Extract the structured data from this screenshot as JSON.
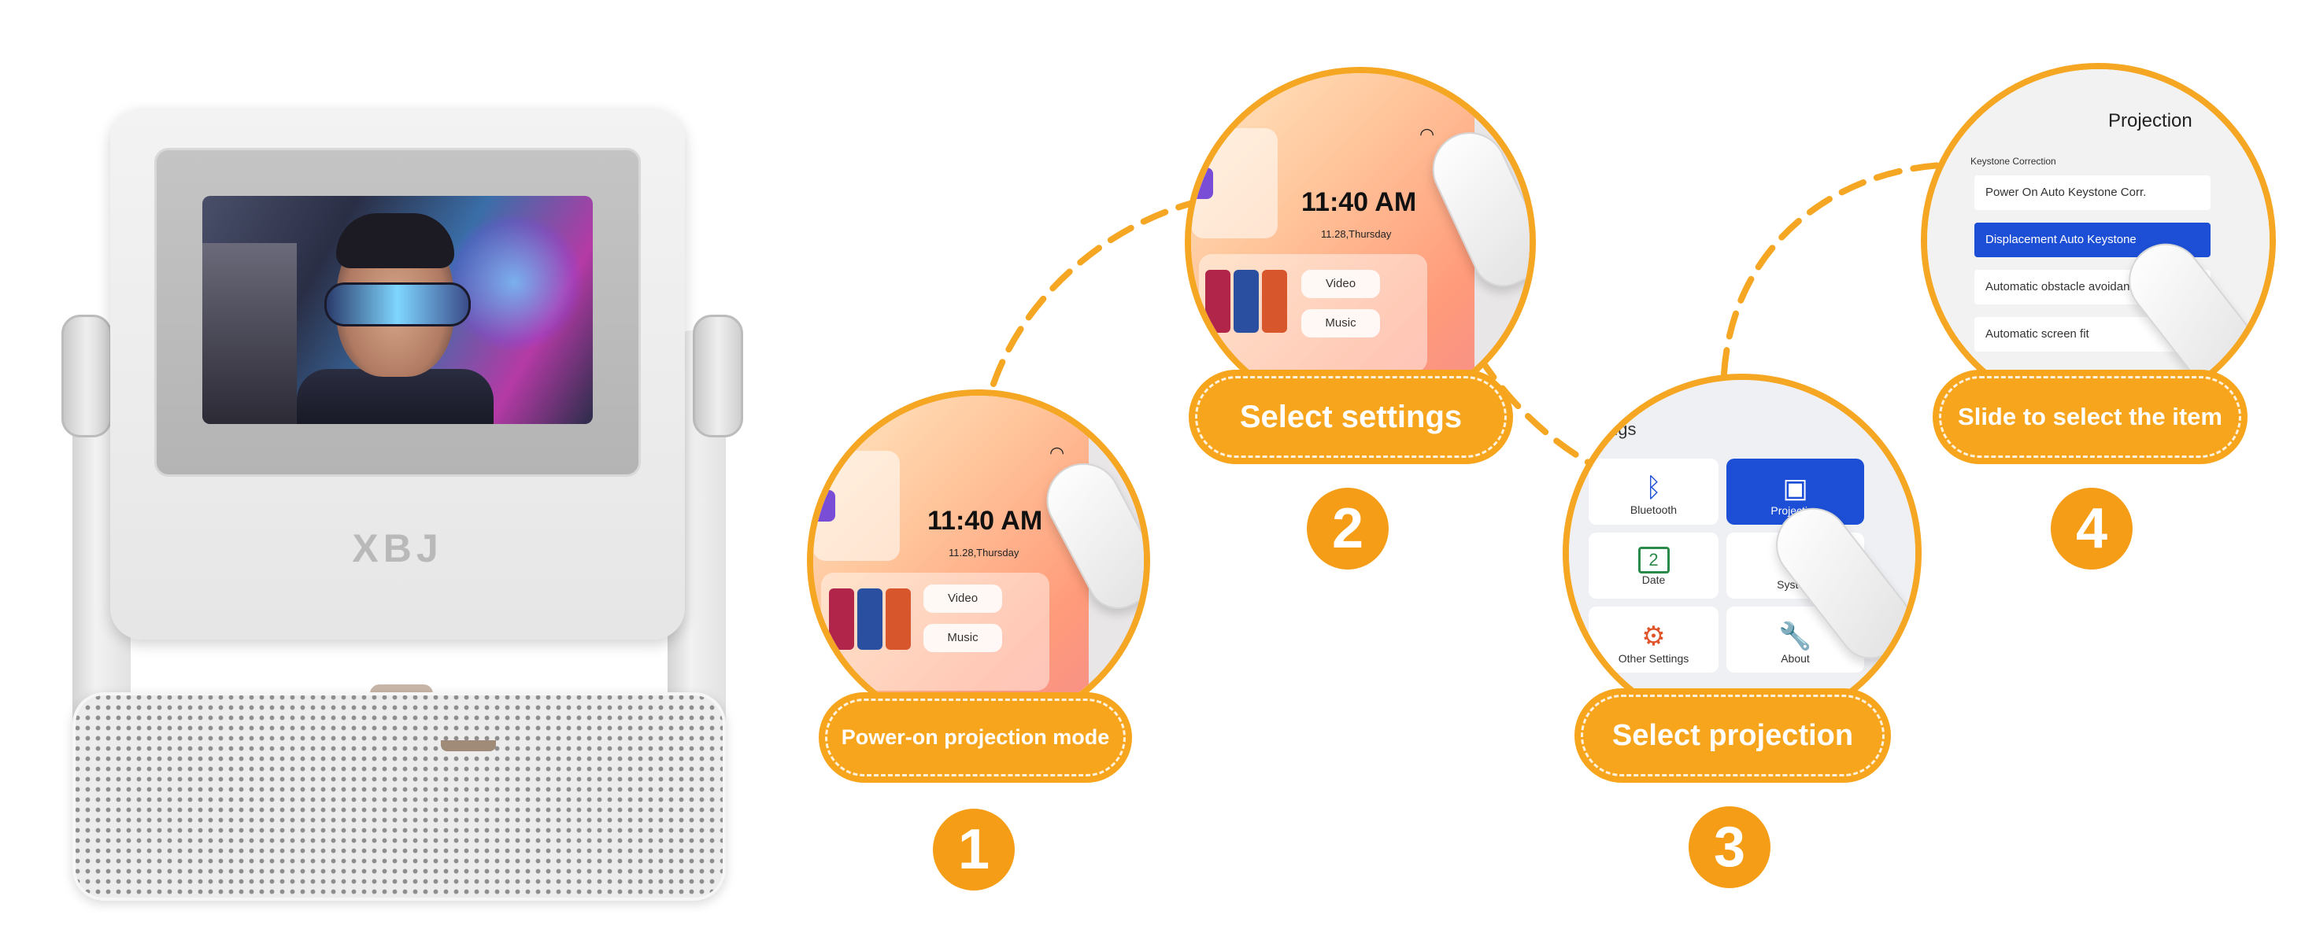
{
  "device": {
    "brand": "XBJ"
  },
  "home_screen": {
    "time": "11:40 AM",
    "date": "11.28,Thursday",
    "video_label": "Video",
    "music_label": "Music"
  },
  "settings_screen": {
    "title_fragment": "ngs",
    "tiles": {
      "bluetooth": "Bluetooth",
      "projection": "Projection",
      "date": "Date",
      "date_number": "2",
      "system": "System",
      "other_settings": "Other Settings",
      "about": "About"
    }
  },
  "projection_screen": {
    "title": "Projection",
    "section": "Keystone Correction",
    "items": [
      "Power On Auto Keystone Corr.",
      "Displacement Auto Keystone",
      "Automatic obstacle avoidance",
      "Automatic screen fit"
    ]
  },
  "steps": [
    {
      "number": "1",
      "label": "Power-on projection mode"
    },
    {
      "number": "2",
      "label": "Select settings"
    },
    {
      "number": "3",
      "label": "Select projection"
    },
    {
      "number": "4",
      "label": "Slide to select the item"
    }
  ],
  "colors": {
    "accent_orange": "#f5a623",
    "label_orange": "#f7a51d",
    "highlight_blue": "#1d4fd6"
  }
}
